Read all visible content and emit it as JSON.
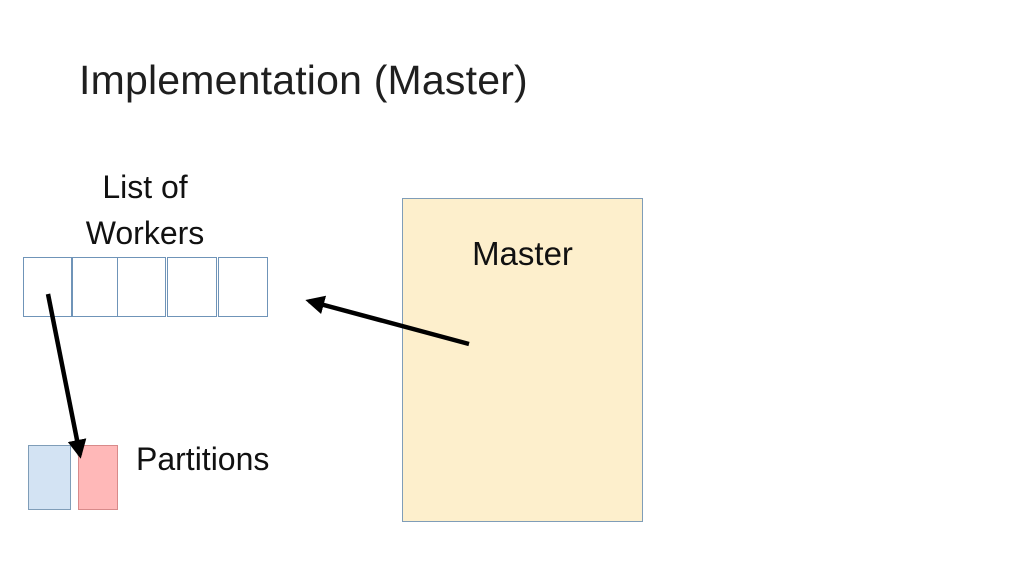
{
  "slide": {
    "title": "Implementation (Master)"
  },
  "workers": {
    "label_line1": "List of",
    "label_line2": "Workers",
    "cell_count": 5,
    "cell_border_color": "#6f94b8"
  },
  "master": {
    "label": "Master",
    "fill_color": "#fdefcc",
    "border_color": "#7f9db8"
  },
  "partitions": {
    "label": "Partitions",
    "colors": [
      "#d3e3f3",
      "#ffb8b8"
    ],
    "border_colors": [
      "#7f9db8",
      "#d88a8a"
    ]
  },
  "arrows": {
    "color": "#000000"
  }
}
